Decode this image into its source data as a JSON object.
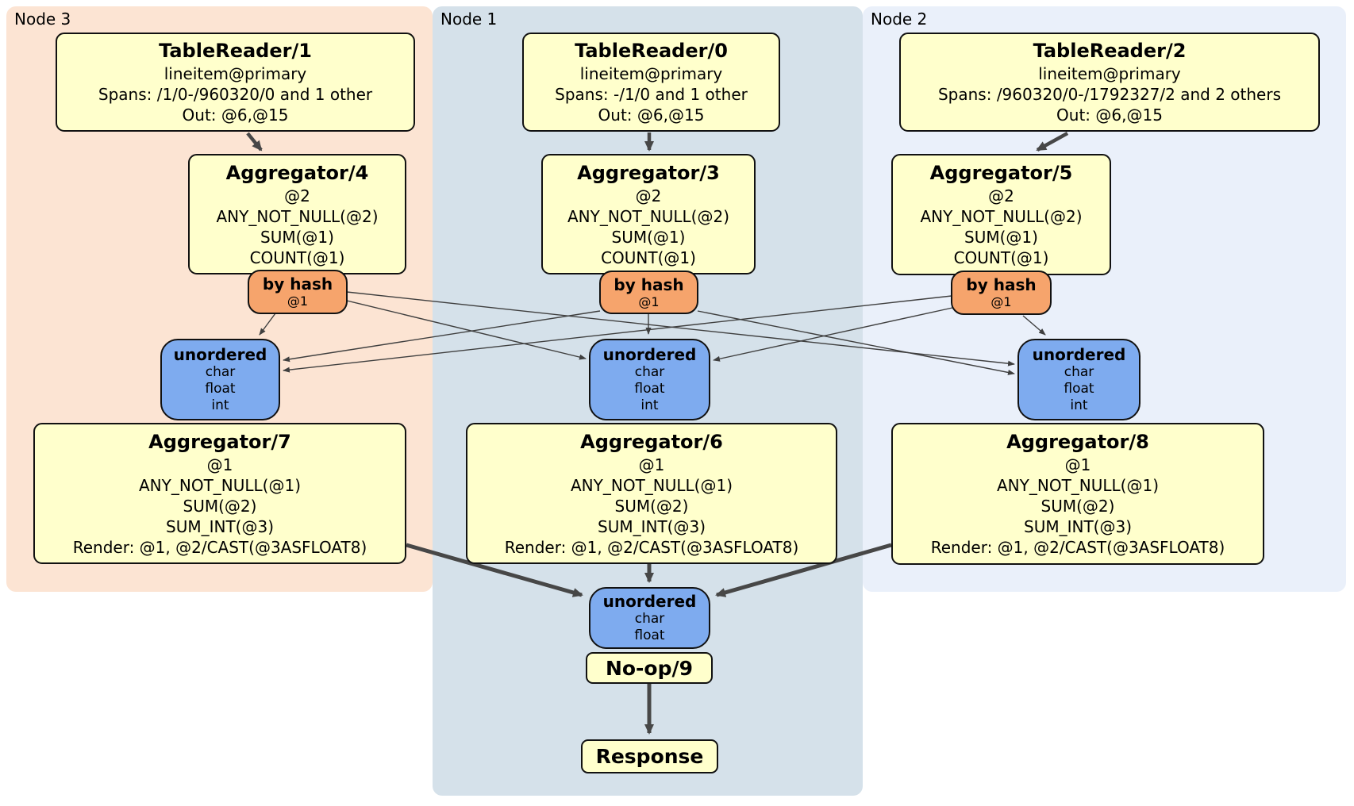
{
  "nodes": [
    {
      "label": "Node 3",
      "table_reader": {
        "title": "TableReader/1",
        "lines": [
          "lineitem@primary",
          "Spans: /1/0-/960320/0 and 1 other",
          "Out: @6,@15"
        ]
      },
      "aggregator": {
        "title": "Aggregator/4",
        "lines": [
          "@2",
          "ANY_NOT_NULL(@2)",
          "SUM(@1)",
          "COUNT(@1)"
        ]
      },
      "router": {
        "label": "by hash",
        "detail": "@1"
      },
      "sync": {
        "label": "unordered",
        "lines": [
          "char",
          "float",
          "int"
        ]
      },
      "aggregator2": {
        "title": "Aggregator/7",
        "lines": [
          "@1",
          "ANY_NOT_NULL(@1)",
          "SUM(@2)",
          "SUM_INT(@3)",
          "Render: @1, @2/CAST(@3ASFLOAT8)"
        ]
      }
    },
    {
      "label": "Node 1",
      "table_reader": {
        "title": "TableReader/0",
        "lines": [
          "lineitem@primary",
          "Spans: -/1/0 and 1 other",
          "Out: @6,@15"
        ]
      },
      "aggregator": {
        "title": "Aggregator/3",
        "lines": [
          "@2",
          "ANY_NOT_NULL(@2)",
          "SUM(@1)",
          "COUNT(@1)"
        ]
      },
      "router": {
        "label": "by hash",
        "detail": "@1"
      },
      "sync": {
        "label": "unordered",
        "lines": [
          "char",
          "float",
          "int"
        ]
      },
      "aggregator2": {
        "title": "Aggregator/6",
        "lines": [
          "@1",
          "ANY_NOT_NULL(@1)",
          "SUM(@2)",
          "SUM_INT(@3)",
          "Render: @1, @2/CAST(@3ASFLOAT8)"
        ]
      }
    },
    {
      "label": "Node 2",
      "table_reader": {
        "title": "TableReader/2",
        "lines": [
          "lineitem@primary",
          "Spans: /960320/0-/1792327/2 and 2 others",
          "Out: @6,@15"
        ]
      },
      "aggregator": {
        "title": "Aggregator/5",
        "lines": [
          "@2",
          "ANY_NOT_NULL(@2)",
          "SUM(@1)",
          "COUNT(@1)"
        ]
      },
      "router": {
        "label": "by hash",
        "detail": "@1"
      },
      "sync": {
        "label": "unordered",
        "lines": [
          "char",
          "float",
          "int"
        ]
      },
      "aggregator2": {
        "title": "Aggregator/8",
        "lines": [
          "@1",
          "ANY_NOT_NULL(@1)",
          "SUM(@2)",
          "SUM_INT(@3)",
          "Render: @1, @2/CAST(@3ASFLOAT8)"
        ]
      }
    }
  ],
  "final": {
    "sync": {
      "label": "unordered",
      "lines": [
        "char",
        "float"
      ]
    },
    "noop_label": "No-op/9",
    "response_label": "Response"
  },
  "colors": {
    "node3_bg": "#fce4d3",
    "node1_bg": "#d5e1ea",
    "node2_bg": "#eaf0fa",
    "box_bg": "#ffffcc",
    "router_bg": "#f6a46c",
    "sync_bg": "#7eabef",
    "edge": "#474747"
  }
}
